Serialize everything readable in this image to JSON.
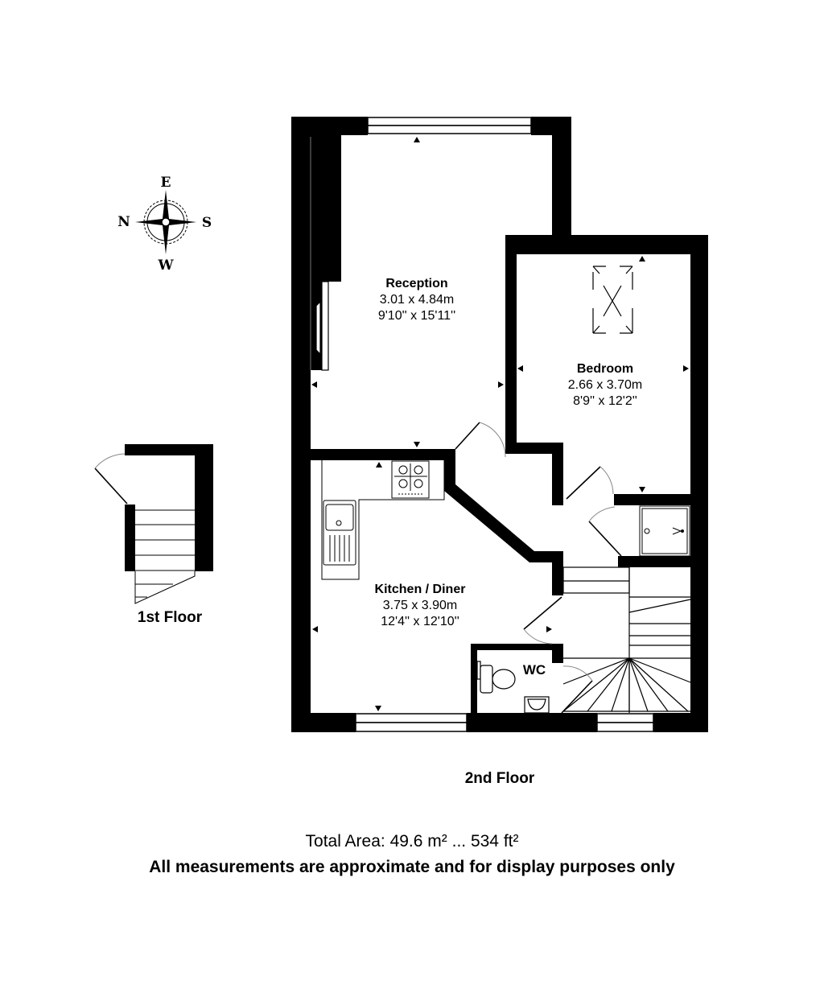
{
  "compass": {
    "top": "E",
    "left": "N",
    "right": "S",
    "bottom": "W"
  },
  "rooms": [
    {
      "name": "Reception",
      "metric": "3.01 x 4.84m",
      "imperial": "9'10'' x 15'11''"
    },
    {
      "name": "Bedroom",
      "metric": "2.66 x 3.70m",
      "imperial": "8'9'' x 12'2''"
    },
    {
      "name": "Kitchen / Diner",
      "metric": "3.75 x 3.90m",
      "imperial": "12'4'' x 12'10''"
    },
    {
      "name": "WC"
    }
  ],
  "floors": {
    "first": "1st Floor",
    "second": "2nd Floor"
  },
  "footer": {
    "total_area": "Total Area: 49.6 m² ... 534 ft²",
    "disclaimer": "All measurements are approximate and for display purposes only"
  },
  "colors": {
    "wall": "#000000",
    "background": "#ffffff",
    "door_arc": "#888888"
  }
}
